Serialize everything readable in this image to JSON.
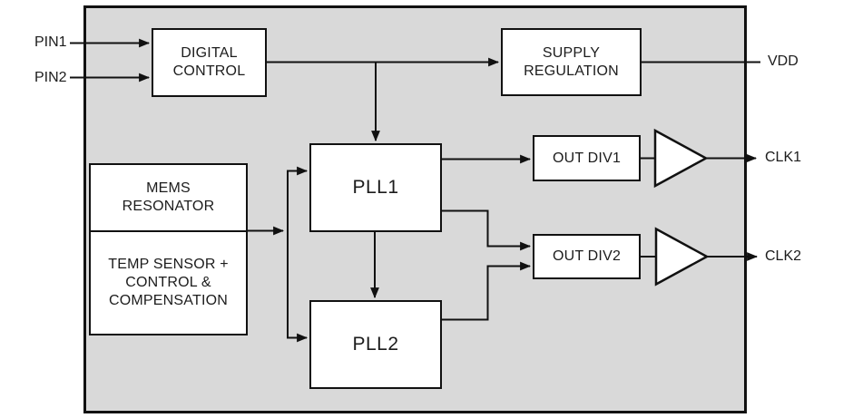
{
  "colors": {
    "page_bg": "#ffffff",
    "chip_fill": "#d9d9d9",
    "block_fill": "#ffffff",
    "wire": "#111111",
    "text": "#1c1c1c"
  },
  "external_pins": {
    "pin1": "PIN1",
    "pin2": "PIN2",
    "vdd": "VDD",
    "clk1": "CLK1",
    "clk2": "CLK2"
  },
  "blocks": {
    "digital_control": {
      "lines": [
        "DIGITAL",
        "CONTROL"
      ]
    },
    "supply_regulation": {
      "lines": [
        "SUPPLY",
        "REGULATION"
      ]
    },
    "mems_resonator": {
      "lines": [
        "MEMS",
        "RESONATOR"
      ]
    },
    "temp_sensor": {
      "lines": [
        "TEMP SENSOR +",
        "CONTROL &",
        "COMPENSATION"
      ]
    },
    "pll1": {
      "label": "PLL1"
    },
    "pll2": {
      "label": "PLL2"
    },
    "out_div1": {
      "label": "OUT DIV1"
    },
    "out_div2": {
      "label": "OUT DIV2"
    }
  }
}
